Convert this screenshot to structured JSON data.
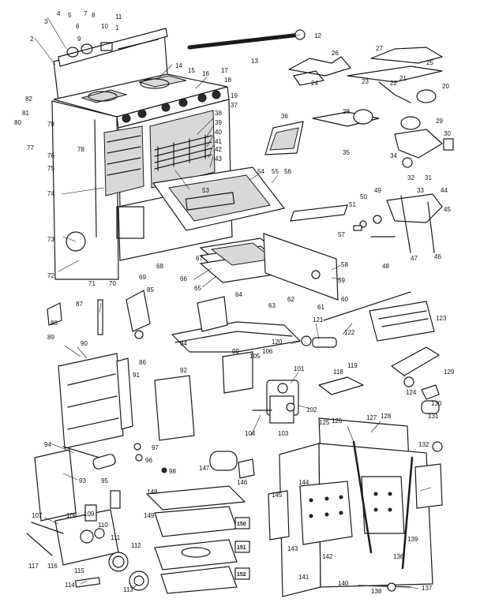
{
  "diagram": {
    "parts": [
      {
        "id": "p1",
        "label": "1"
      },
      {
        "id": "p2",
        "label": "2"
      },
      {
        "id": "p3",
        "label": "3"
      },
      {
        "id": "p4",
        "label": "4"
      },
      {
        "id": "p5",
        "label": "5"
      },
      {
        "id": "p6",
        "label": "6"
      },
      {
        "id": "p7",
        "label": "7"
      },
      {
        "id": "p8",
        "label": "8"
      },
      {
        "id": "p9",
        "label": "9"
      },
      {
        "id": "p10",
        "label": "10"
      },
      {
        "id": "p11",
        "label": "11"
      },
      {
        "id": "p12",
        "label": "12"
      },
      {
        "id": "p13",
        "label": "13"
      },
      {
        "id": "p14",
        "label": "14"
      },
      {
        "id": "p15",
        "label": "15"
      },
      {
        "id": "p16",
        "label": "16"
      },
      {
        "id": "p17",
        "label": "17"
      },
      {
        "id": "p18",
        "label": "18"
      },
      {
        "id": "p19",
        "label": "19"
      },
      {
        "id": "p20",
        "label": "20"
      },
      {
        "id": "p21",
        "label": "21"
      },
      {
        "id": "p22",
        "label": "22"
      },
      {
        "id": "p23",
        "label": "23"
      },
      {
        "id": "p24",
        "label": "24"
      },
      {
        "id": "p25",
        "label": "25"
      },
      {
        "id": "p26",
        "label": "26"
      },
      {
        "id": "p27",
        "label": "27"
      },
      {
        "id": "p28",
        "label": "28"
      },
      {
        "id": "p29",
        "label": "29"
      },
      {
        "id": "p30",
        "label": "30"
      },
      {
        "id": "p31",
        "label": "31"
      },
      {
        "id": "p32",
        "label": "32"
      },
      {
        "id": "p33",
        "label": "33"
      },
      {
        "id": "p34",
        "label": "34"
      },
      {
        "id": "p35",
        "label": "35"
      },
      {
        "id": "p36",
        "label": "36"
      },
      {
        "id": "p37",
        "label": "37"
      },
      {
        "id": "p38",
        "label": "38"
      },
      {
        "id": "p39",
        "label": "39"
      },
      {
        "id": "p40",
        "label": "40"
      },
      {
        "id": "p41",
        "label": "41"
      },
      {
        "id": "p42",
        "label": "42"
      },
      {
        "id": "p43",
        "label": "43"
      },
      {
        "id": "p44",
        "label": "44"
      },
      {
        "id": "p45",
        "label": "45"
      },
      {
        "id": "p46",
        "label": "46"
      },
      {
        "id": "p47",
        "label": "47"
      },
      {
        "id": "p48",
        "label": "48"
      },
      {
        "id": "p49",
        "label": "49"
      },
      {
        "id": "p50",
        "label": "50"
      },
      {
        "id": "p51",
        "label": "51"
      },
      {
        "id": "p53",
        "label": "53"
      },
      {
        "id": "p54",
        "label": "54"
      },
      {
        "id": "p55",
        "label": "55"
      },
      {
        "id": "p56",
        "label": "56"
      },
      {
        "id": "p57",
        "label": "57"
      },
      {
        "id": "p58",
        "label": "58"
      },
      {
        "id": "p59",
        "label": "59"
      },
      {
        "id": "p60",
        "label": "60"
      },
      {
        "id": "p61",
        "label": "61"
      },
      {
        "id": "p62",
        "label": "62"
      },
      {
        "id": "p63",
        "label": "63"
      },
      {
        "id": "p64",
        "label": "64"
      },
      {
        "id": "p65",
        "label": "65"
      },
      {
        "id": "p66",
        "label": "66"
      },
      {
        "id": "p67",
        "label": "67"
      },
      {
        "id": "p68",
        "label": "68"
      },
      {
        "id": "p69",
        "label": "69"
      },
      {
        "id": "p70",
        "label": "70"
      },
      {
        "id": "p71",
        "label": "71"
      },
      {
        "id": "p72",
        "label": "72"
      },
      {
        "id": "p73",
        "label": "73"
      },
      {
        "id": "p74",
        "label": "74"
      },
      {
        "id": "p75",
        "label": "75"
      },
      {
        "id": "p76",
        "label": "76"
      },
      {
        "id": "p77",
        "label": "77"
      },
      {
        "id": "p78",
        "label": "78"
      },
      {
        "id": "p79",
        "label": "79"
      },
      {
        "id": "p80",
        "label": "80"
      },
      {
        "id": "p81",
        "label": "81"
      },
      {
        "id": "p82",
        "label": "82"
      },
      {
        "id": "p84",
        "label": "84"
      },
      {
        "id": "p85",
        "label": "85"
      },
      {
        "id": "p86",
        "label": "86"
      },
      {
        "id": "p87",
        "label": "87"
      },
      {
        "id": "p88",
        "label": "88"
      },
      {
        "id": "p89",
        "label": "89"
      },
      {
        "id": "p90",
        "label": "90"
      },
      {
        "id": "p91",
        "label": "91"
      },
      {
        "id": "p92",
        "label": "92"
      },
      {
        "id": "p93",
        "label": "93"
      },
      {
        "id": "p94",
        "label": "94"
      },
      {
        "id": "p95",
        "label": "95"
      },
      {
        "id": "p96",
        "label": "96"
      },
      {
        "id": "p97",
        "label": "97"
      },
      {
        "id": "p98",
        "label": "98"
      },
      {
        "id": "p99",
        "label": "99"
      },
      {
        "id": "p101",
        "label": "101"
      },
      {
        "id": "p102",
        "label": "102"
      },
      {
        "id": "p103",
        "label": "103"
      },
      {
        "id": "p104",
        "label": "104"
      },
      {
        "id": "p105",
        "label": "105"
      },
      {
        "id": "p106",
        "label": "106"
      },
      {
        "id": "p107",
        "label": "107"
      },
      {
        "id": "p108",
        "label": "108"
      },
      {
        "id": "p109",
        "label": "109"
      },
      {
        "id": "p110",
        "label": "110"
      },
      {
        "id": "p111",
        "label": "111"
      },
      {
        "id": "p112",
        "label": "112"
      },
      {
        "id": "p113",
        "label": "113"
      },
      {
        "id": "p114",
        "label": "114"
      },
      {
        "id": "p115",
        "label": "115"
      },
      {
        "id": "p116",
        "label": "116"
      },
      {
        "id": "p117",
        "label": "117"
      },
      {
        "id": "p118",
        "label": "118"
      },
      {
        "id": "p119",
        "label": "119"
      },
      {
        "id": "p120",
        "label": "120"
      },
      {
        "id": "p121",
        "label": "121"
      },
      {
        "id": "p122",
        "label": "122"
      },
      {
        "id": "p123",
        "label": "123"
      },
      {
        "id": "p124",
        "label": "124"
      },
      {
        "id": "p125",
        "label": "125"
      },
      {
        "id": "p126",
        "label": "126"
      },
      {
        "id": "p127",
        "label": "127"
      },
      {
        "id": "p128",
        "label": "128"
      },
      {
        "id": "p129",
        "label": "129"
      },
      {
        "id": "p130",
        "label": "130"
      },
      {
        "id": "p131",
        "label": "131"
      },
      {
        "id": "p132",
        "label": "132"
      },
      {
        "id": "p136",
        "label": "136"
      },
      {
        "id": "p137",
        "label": "137"
      },
      {
        "id": "p138",
        "label": "138"
      },
      {
        "id": "p139",
        "label": "139"
      },
      {
        "id": "p140",
        "label": "140"
      },
      {
        "id": "p141",
        "label": "141"
      },
      {
        "id": "p142",
        "label": "142"
      },
      {
        "id": "p143",
        "label": "143"
      },
      {
        "id": "p144",
        "label": "144"
      },
      {
        "id": "p145",
        "label": "145"
      },
      {
        "id": "p146",
        "label": "146"
      },
      {
        "id": "p147",
        "label": "147"
      },
      {
        "id": "p148",
        "label": "148"
      },
      {
        "id": "p149",
        "label": "149"
      },
      {
        "id": "p150",
        "label": "150"
      },
      {
        "id": "p151",
        "label": "151"
      },
      {
        "id": "p152",
        "label": "152"
      }
    ]
  }
}
